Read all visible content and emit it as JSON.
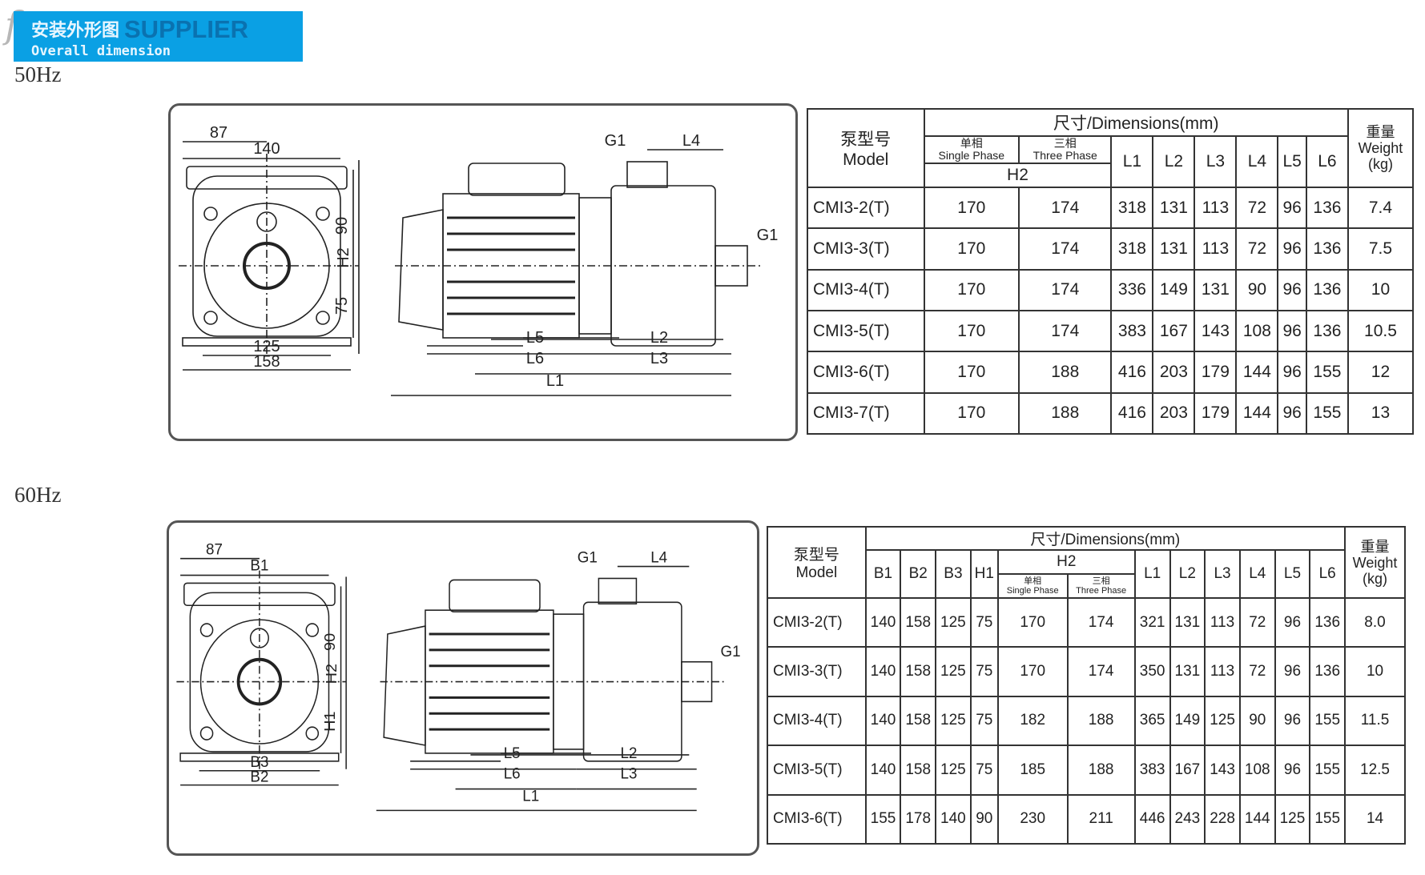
{
  "header": {
    "title_cn": "安装外形图",
    "watermark": "SUPPLIER",
    "title_en": "Overall dimension"
  },
  "sections": [
    {
      "freq": "50Hz",
      "drawing_labels": {
        "front_top1": "87",
        "front_top2": "140",
        "front_right1": "90",
        "front_right2": "75",
        "front_bottom1": "125",
        "front_bottom2": "158",
        "h2": "H2",
        "l5": "L5",
        "l2": "L2",
        "l6": "L6",
        "l3": "L3",
        "l1": "L1",
        "g1_top": "G1",
        "l4": "L4",
        "g1_right": "G1"
      },
      "table": {
        "model_cn": "泵型号",
        "model_en": "Model",
        "dims": "尺寸/Dimensions(mm)",
        "single_cn": "单相",
        "single_en": "Single Phase",
        "three_cn": "三相",
        "three_en": "Three Phase",
        "h2": "H2",
        "weight_cn": "重量",
        "weight_en": "Weight",
        "weight_unit": "(kg)",
        "columns": [
          "L1",
          "L2",
          "L3",
          "L4",
          "L5",
          "L6"
        ],
        "rows": [
          [
            "CMI3-2(T)",
            "170",
            "174",
            "318",
            "131",
            "113",
            "72",
            "96",
            "136",
            "7.4"
          ],
          [
            "CMI3-3(T)",
            "170",
            "174",
            "318",
            "131",
            "113",
            "72",
            "96",
            "136",
            "7.5"
          ],
          [
            "CMI3-4(T)",
            "170",
            "174",
            "336",
            "149",
            "131",
            "90",
            "96",
            "136",
            "10"
          ],
          [
            "CMI3-5(T)",
            "170",
            "174",
            "383",
            "167",
            "143",
            "108",
            "96",
            "136",
            "10.5"
          ],
          [
            "CMI3-6(T)",
            "170",
            "188",
            "416",
            "203",
            "179",
            "144",
            "96",
            "155",
            "12"
          ],
          [
            "CMI3-7(T)",
            "170",
            "188",
            "416",
            "203",
            "179",
            "144",
            "96",
            "155",
            "13"
          ]
        ]
      }
    },
    {
      "freq": "60Hz",
      "drawing_labels": {
        "front_top1": "87",
        "front_top2": "B1",
        "front_right1": "90",
        "front_right2": "H1",
        "front_bottom1": "B3",
        "front_bottom2": "B2",
        "h2": "H2",
        "l5": "L5",
        "l2": "L2",
        "l6": "L6",
        "l3": "L3",
        "l1": "L1",
        "g1_top": "G1",
        "l4": "L4",
        "g1_right": "G1"
      },
      "table": {
        "model_cn": "泵型号",
        "model_en": "Model",
        "dims": "尺寸/Dimensions(mm)",
        "single_cn": "单相",
        "single_en": "Single Phase",
        "three_cn": "三相",
        "three_en": "Three Phase",
        "h2": "H2",
        "weight_cn": "重量",
        "weight_en": "Weight",
        "weight_unit": "(kg)",
        "pre_columns": [
          "B1",
          "B2",
          "B3",
          "H1"
        ],
        "columns": [
          "L1",
          "L2",
          "L3",
          "L4",
          "L5",
          "L6"
        ],
        "rows": [
          [
            "CMI3-2(T)",
            "140",
            "158",
            "125",
            "75",
            "170",
            "174",
            "321",
            "131",
            "113",
            "72",
            "96",
            "136",
            "8.0"
          ],
          [
            "CMI3-3(T)",
            "140",
            "158",
            "125",
            "75",
            "170",
            "174",
            "350",
            "131",
            "113",
            "72",
            "96",
            "136",
            "10"
          ],
          [
            "CMI3-4(T)",
            "140",
            "158",
            "125",
            "75",
            "182",
            "188",
            "365",
            "149",
            "125",
            "90",
            "96",
            "155",
            "11.5"
          ],
          [
            "CMI3-5(T)",
            "140",
            "158",
            "125",
            "75",
            "185",
            "188",
            "383",
            "167",
            "143",
            "108",
            "96",
            "155",
            "12.5"
          ],
          [
            "CMI3-6(T)",
            "155",
            "178",
            "140",
            "90",
            "230",
            "211",
            "446",
            "243",
            "228",
            "144",
            "125",
            "155",
            "14"
          ]
        ]
      }
    }
  ]
}
